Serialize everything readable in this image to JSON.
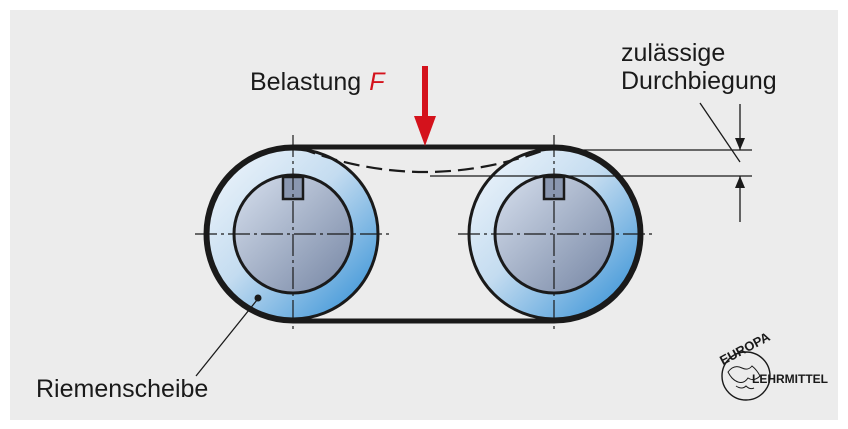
{
  "labels": {
    "load_word": "Belastung",
    "load_symbol": "F",
    "deflection_line1": "zulässige",
    "deflection_line2": "Durchbiegung",
    "pulley": "Riemenscheibe"
  },
  "logo": {
    "top": "EUROPA",
    "right": "LEHRMITTEL"
  },
  "colors": {
    "panel_bg": "#ececec",
    "load_arrow": "#d4121c",
    "pulley_rim_light": "#eef4fb",
    "pulley_rim_dark": "#2e8fd6",
    "hub_light": "#c8d4e6",
    "hub_dark": "#7f8eaa",
    "outline": "#1a1a1a"
  }
}
